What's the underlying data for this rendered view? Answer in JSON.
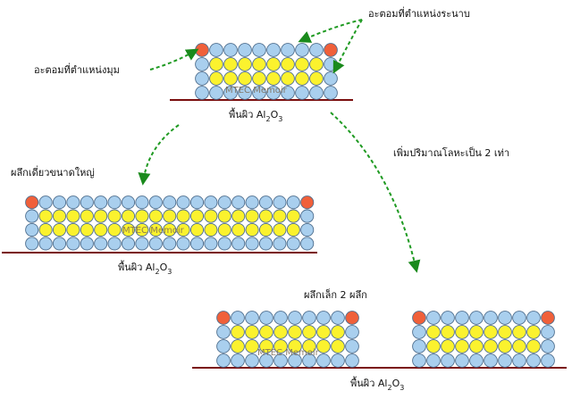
{
  "colors": {
    "corner_atom": "#f0603a",
    "edge_atom": "#a9cfee",
    "interior_atom": "#fbf22e",
    "atom_stroke": "#4f6f8f",
    "substrate": "#7a0e0e",
    "arrow": "#1f9a22",
    "arrow_head": "#1a8a1c"
  },
  "labels": {
    "corner_atoms": "อะตอมที่ตำแหน่งมุม",
    "plane_atoms": "อะตอมที่ตำแหน่งระนาบ",
    "double_metal": "เพิ่มปริมาณโลหะเป็น 2 เท่า",
    "large_single": "ผลึกเดี่ยวขนาดใหญ่",
    "two_small": "ผลึกเล็ก 2 ผลึก",
    "substrate_prefix": "พื้นผิว Al",
    "substrate_sub1": "2",
    "substrate_mid": "O",
    "substrate_sub2": "3",
    "watermark": "MTEC Memoir"
  }
}
